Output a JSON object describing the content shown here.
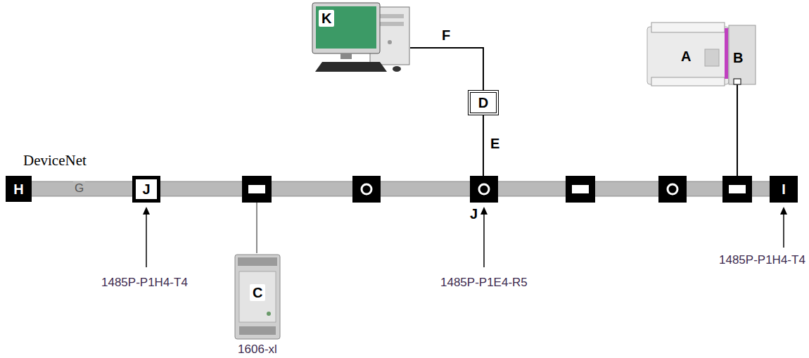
{
  "diagram": {
    "nodes": [
      {
        "text": [
          "K"
        ]
      },
      {
        "text": [
          "D"
        ]
      },
      {
        "text": [
          "A"
        ]
      },
      {
        "text": [
          "H"
        ]
      },
      {
        "text": [
          "J"
        ]
      },
      {
        "text": [
          "J"
        ]
      },
      {
        "text": [
          "I"
        ]
      },
      {
        "text": [
          "C",
          "1606-xl"
        ]
      }
    ],
    "edges": [
      {
        "from": 0,
        "to": 1,
        "label": "F",
        "arrow": "none"
      },
      {
        "from": 1,
        "to": 5,
        "label": "E",
        "arrow": "none"
      }
    ],
    "labels": [
      "B",
      "DeviceNet",
      "G",
      "1485P-P1H4-T4",
      "1485P-P1E4-R5",
      "1485P-P1H4-T4"
    ]
  }
}
